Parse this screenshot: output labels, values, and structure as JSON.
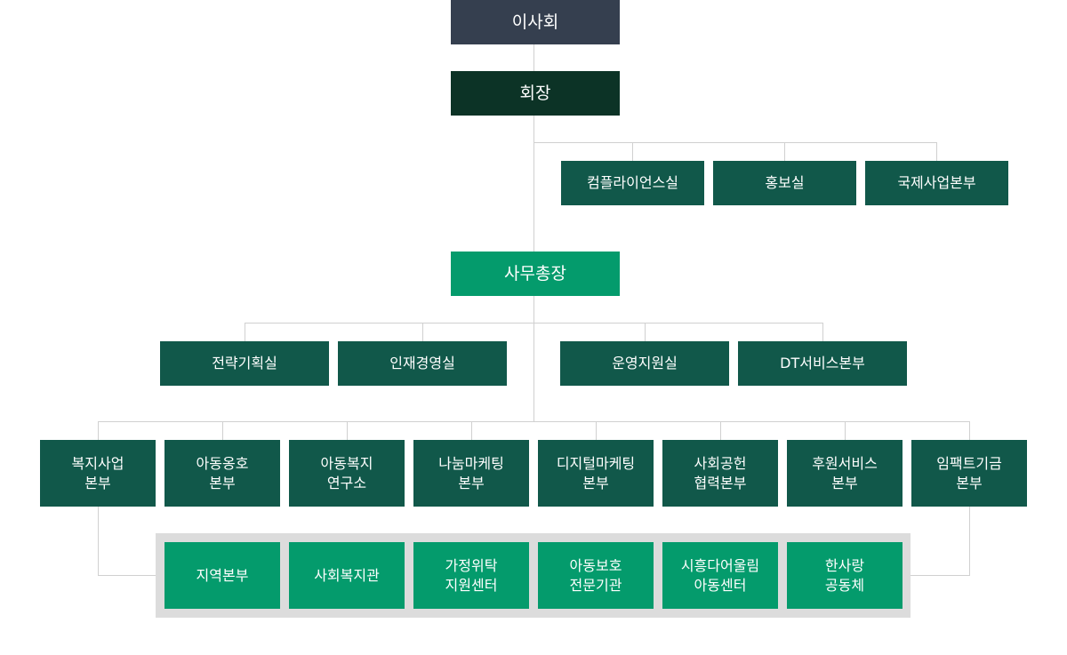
{
  "top": {
    "board": "이사회",
    "chairman": "회장",
    "secretary_general": "사무총장"
  },
  "chairman_offices": [
    "컴플라이언스실",
    "홍보실",
    "국제사업본부"
  ],
  "secretary_offices": [
    "전략기획실",
    "인재경영실",
    "운영지원실",
    "DT서비스본부"
  ],
  "divisions": [
    {
      "line1": "복지사업",
      "line2": "본부"
    },
    {
      "line1": "아동옹호",
      "line2": "본부"
    },
    {
      "line1": "아동복지",
      "line2": "연구소"
    },
    {
      "line1": "나눔마케팅",
      "line2": "본부"
    },
    {
      "line1": "디지털마케팅",
      "line2": "본부"
    },
    {
      "line1": "사회공헌",
      "line2": "협력본부"
    },
    {
      "line1": "후원서비스",
      "line2": "본부"
    },
    {
      "line1": "임팩트기금",
      "line2": "본부"
    }
  ],
  "field_units": [
    {
      "line1": "지역본부",
      "line2": ""
    },
    {
      "line1": "사회복지관",
      "line2": ""
    },
    {
      "line1": "가정위탁",
      "line2": "지원센터"
    },
    {
      "line1": "아동보호",
      "line2": "전문기관"
    },
    {
      "line1": "시흥다어울림",
      "line2": "아동센터"
    },
    {
      "line1": "한사랑",
      "line2": "공동체"
    }
  ],
  "colors": {
    "board": "#353f4f",
    "chairman": "#0c3326",
    "dark_green": "#11584a",
    "bright_green": "#049b6c",
    "connector": "#d0d0d0",
    "panel": "#dcdcdc"
  }
}
